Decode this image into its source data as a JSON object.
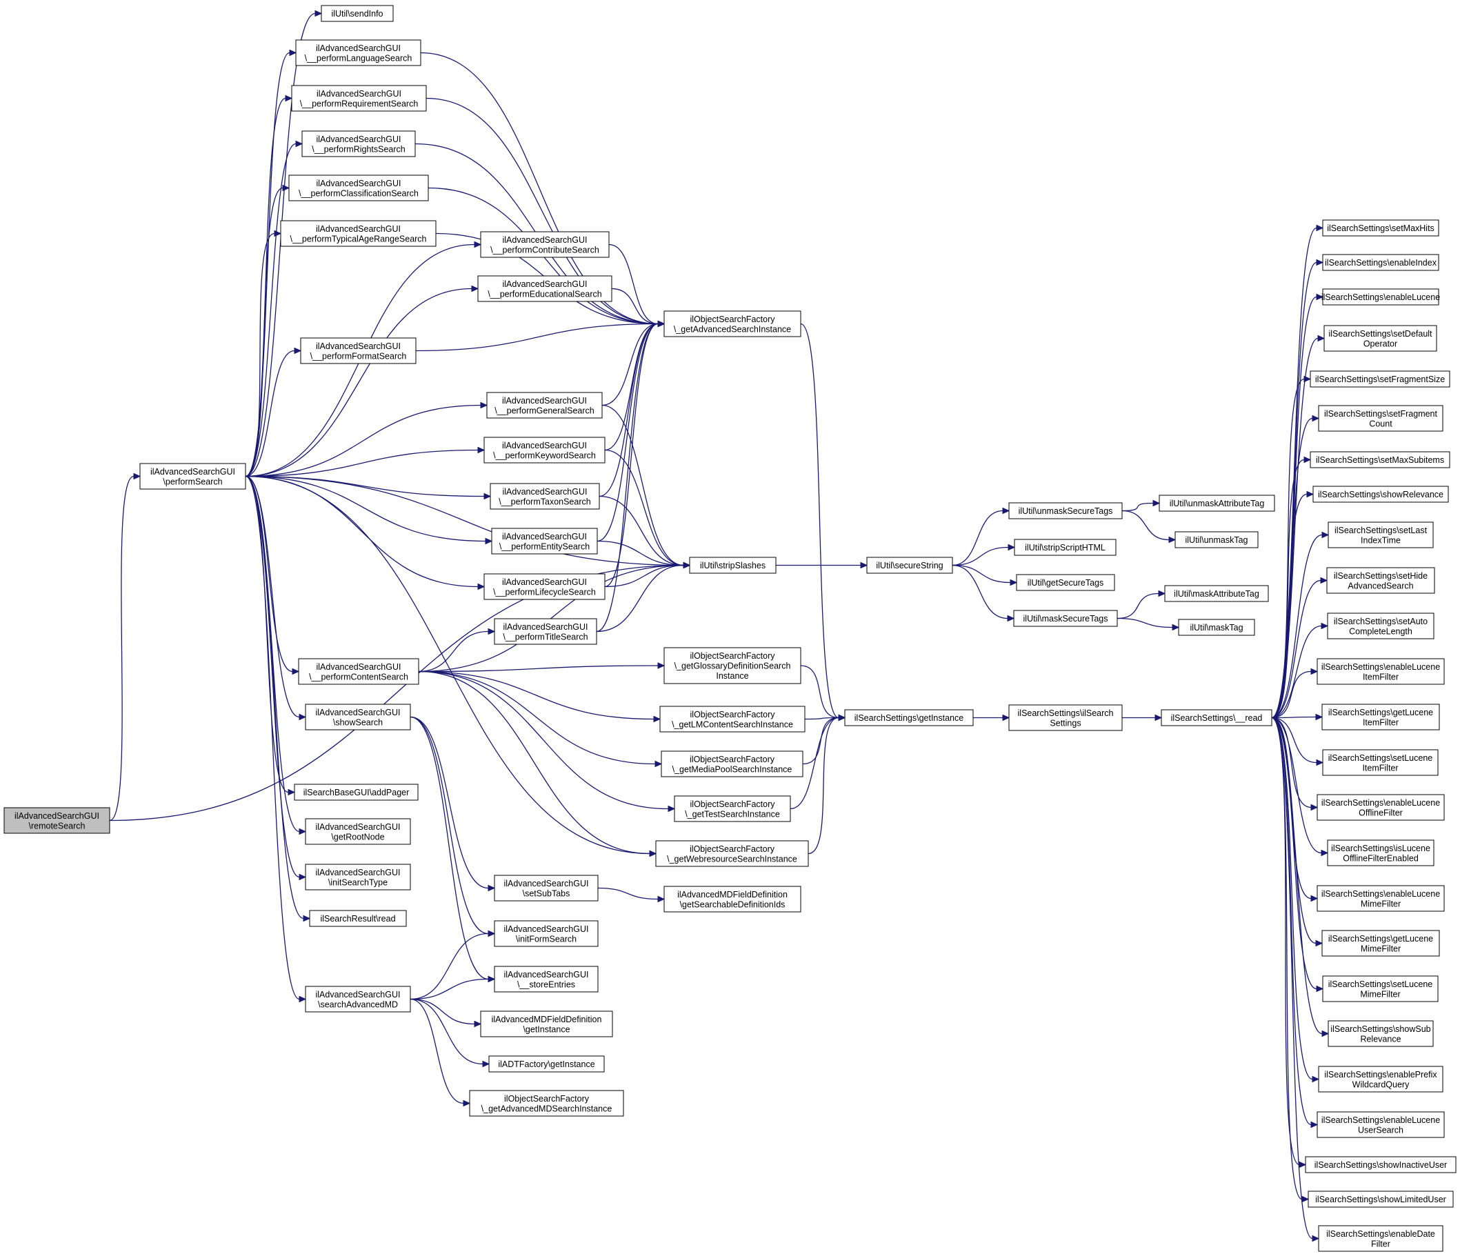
{
  "colors": {
    "edge": "#191970",
    "root_fill": "#bfbfbf",
    "node_fill": "#ffffff",
    "node_border": "#000000"
  },
  "nodes": [
    {
      "id": "remoteSearch",
      "root": true,
      "lines": [
        "ilAdvancedSearchGUI",
        "\\remoteSearch"
      ]
    },
    {
      "id": "performSearch",
      "lines": [
        "ilAdvancedSearchGUI",
        "\\performSearch"
      ]
    },
    {
      "id": "sendInfo",
      "lines": [
        "ilUtil\\sendInfo"
      ]
    },
    {
      "id": "pLanguage",
      "lines": [
        "ilAdvancedSearchGUI",
        "\\__performLanguageSearch"
      ]
    },
    {
      "id": "pRequirement",
      "lines": [
        "ilAdvancedSearchGUI",
        "\\__performRequirementSearch"
      ]
    },
    {
      "id": "pRights",
      "lines": [
        "ilAdvancedSearchGUI",
        "\\__performRightsSearch"
      ]
    },
    {
      "id": "pClassification",
      "lines": [
        "ilAdvancedSearchGUI",
        "\\__performClassificationSearch"
      ]
    },
    {
      "id": "pTypicalAge",
      "lines": [
        "ilAdvancedSearchGUI",
        "\\__performTypicalAgeRangeSearch"
      ]
    },
    {
      "id": "pFormat",
      "lines": [
        "ilAdvancedSearchGUI",
        "\\__performFormatSearch"
      ]
    },
    {
      "id": "pContent",
      "lines": [
        "ilAdvancedSearchGUI",
        "\\__performContentSearch"
      ]
    },
    {
      "id": "showSearch",
      "lines": [
        "ilAdvancedSearchGUI",
        "\\showSearch"
      ]
    },
    {
      "id": "addPager",
      "lines": [
        "ilSearchBaseGUI\\addPager"
      ]
    },
    {
      "id": "getRootNode",
      "lines": [
        "ilAdvancedSearchGUI",
        "\\getRootNode"
      ]
    },
    {
      "id": "initSearchType",
      "lines": [
        "ilAdvancedSearchGUI",
        "\\initSearchType"
      ]
    },
    {
      "id": "resultRead",
      "lines": [
        "ilSearchResult\\read"
      ]
    },
    {
      "id": "searchAdvancedMD",
      "lines": [
        "ilAdvancedSearchGUI",
        "\\searchAdvancedMD"
      ]
    },
    {
      "id": "pContribute",
      "lines": [
        "ilAdvancedSearchGUI",
        "\\__performContributeSearch"
      ]
    },
    {
      "id": "pEducational",
      "lines": [
        "ilAdvancedSearchGUI",
        "\\__performEducationalSearch"
      ]
    },
    {
      "id": "pGeneral",
      "lines": [
        "ilAdvancedSearchGUI",
        "\\__performGeneralSearch"
      ]
    },
    {
      "id": "pKeyword",
      "lines": [
        "ilAdvancedSearchGUI",
        "\\__performKeywordSearch"
      ]
    },
    {
      "id": "pTaxon",
      "lines": [
        "ilAdvancedSearchGUI",
        "\\__performTaxonSearch"
      ]
    },
    {
      "id": "pEntity",
      "lines": [
        "ilAdvancedSearchGUI",
        "\\__performEntitySearch"
      ]
    },
    {
      "id": "pLifecycle",
      "lines": [
        "ilAdvancedSearchGUI",
        "\\__performLifecycleSearch"
      ]
    },
    {
      "id": "pTitle",
      "lines": [
        "ilAdvancedSearchGUI",
        "\\__performTitleSearch"
      ]
    },
    {
      "id": "setSubTabs",
      "lines": [
        "ilAdvancedSearchGUI",
        "\\setSubTabs"
      ]
    },
    {
      "id": "initFormSearch",
      "lines": [
        "ilAdvancedSearchGUI",
        "\\initFormSearch"
      ]
    },
    {
      "id": "storeEntries",
      "lines": [
        "ilAdvancedSearchGUI",
        "\\__storeEntries"
      ]
    },
    {
      "id": "mdFieldGetInstance",
      "lines": [
        "ilAdvancedMDFieldDefinition",
        "\\getInstance"
      ]
    },
    {
      "id": "adtFactory",
      "lines": [
        "ilADTFactory\\getInstance"
      ]
    },
    {
      "id": "advMDSearchInst",
      "lines": [
        "ilObjectSearchFactory",
        "\\_getAdvancedMDSearchInstance"
      ]
    },
    {
      "id": "advSearchInst",
      "lines": [
        "ilObjectSearchFactory",
        "\\_getAdvancedSearchInstance"
      ]
    },
    {
      "id": "stripSlashes",
      "lines": [
        "ilUtil\\stripSlashes"
      ]
    },
    {
      "id": "glossaryInst",
      "lines": [
        "ilObjectSearchFactory",
        "\\_getGlossaryDefinitionSearch",
        "Instance"
      ]
    },
    {
      "id": "lmContentInst",
      "lines": [
        "ilObjectSearchFactory",
        "\\_getLMContentSearchInstance"
      ]
    },
    {
      "id": "mediaPoolInst",
      "lines": [
        "ilObjectSearchFactory",
        "\\_getMediaPoolSearchInstance"
      ]
    },
    {
      "id": "testInst",
      "lines": [
        "ilObjectSearchFactory",
        "\\_getTestSearchInstance"
      ]
    },
    {
      "id": "webresInst",
      "lines": [
        "ilObjectSearchFactory",
        "\\_getWebresourceSearchInstance"
      ]
    },
    {
      "id": "searchableIds",
      "lines": [
        "ilAdvancedMDFieldDefinition",
        "\\getSearchableDefinitionIds"
      ]
    },
    {
      "id": "secureString",
      "lines": [
        "ilUtil\\secureString"
      ]
    },
    {
      "id": "settingsGetInstance",
      "lines": [
        "ilSearchSettings\\getInstance"
      ]
    },
    {
      "id": "unmaskSecureTags",
      "lines": [
        "ilUtil\\unmaskSecureTags"
      ]
    },
    {
      "id": "stripScriptHTML",
      "lines": [
        "ilUtil\\stripScriptHTML"
      ]
    },
    {
      "id": "getSecureTags",
      "lines": [
        "ilUtil\\getSecureTags"
      ]
    },
    {
      "id": "maskSecureTags",
      "lines": [
        "ilUtil\\maskSecureTags"
      ]
    },
    {
      "id": "settingsCtor",
      "lines": [
        "ilSearchSettings\\ilSearch",
        "Settings"
      ]
    },
    {
      "id": "unmaskAttrTag",
      "lines": [
        "ilUtil\\unmaskAttributeTag"
      ]
    },
    {
      "id": "unmaskTag",
      "lines": [
        "ilUtil\\unmaskTag"
      ]
    },
    {
      "id": "maskAttrTag",
      "lines": [
        "ilUtil\\maskAttributeTag"
      ]
    },
    {
      "id": "maskTag",
      "lines": [
        "ilUtil\\maskTag"
      ]
    },
    {
      "id": "settingsRead",
      "lines": [
        "ilSearchSettings\\__read"
      ]
    },
    {
      "id": "setMaxHits",
      "lines": [
        "ilSearchSettings\\setMaxHits"
      ]
    },
    {
      "id": "enableIndex",
      "lines": [
        "ilSearchSettings\\enableIndex"
      ]
    },
    {
      "id": "enableLucene",
      "lines": [
        "ilSearchSettings\\enableLucene"
      ]
    },
    {
      "id": "setDefaultOperator",
      "lines": [
        "ilSearchSettings\\setDefault",
        "Operator"
      ]
    },
    {
      "id": "setFragmentSize",
      "lines": [
        "ilSearchSettings\\setFragmentSize"
      ]
    },
    {
      "id": "setFragmentCount",
      "lines": [
        "ilSearchSettings\\setFragment",
        "Count"
      ]
    },
    {
      "id": "setMaxSubitems",
      "lines": [
        "ilSearchSettings\\setMaxSubitems"
      ]
    },
    {
      "id": "showRelevance",
      "lines": [
        "ilSearchSettings\\showRelevance"
      ]
    },
    {
      "id": "setLastIndexTime",
      "lines": [
        "ilSearchSettings\\setLast",
        "IndexTime"
      ]
    },
    {
      "id": "setHideAdvancedSearch",
      "lines": [
        "ilSearchSettings\\setHide",
        "AdvancedSearch"
      ]
    },
    {
      "id": "setAutoCompleteLength",
      "lines": [
        "ilSearchSettings\\setAuto",
        "CompleteLength"
      ]
    },
    {
      "id": "enableLuceneItemFilter",
      "lines": [
        "ilSearchSettings\\enableLucene",
        "ItemFilter"
      ]
    },
    {
      "id": "getLuceneItemFilter",
      "lines": [
        "ilSearchSettings\\getLucene",
        "ItemFilter"
      ]
    },
    {
      "id": "setLuceneItemFilter",
      "lines": [
        "ilSearchSettings\\setLucene",
        "ItemFilter"
      ]
    },
    {
      "id": "enableLuceneOfflineFilter",
      "lines": [
        "ilSearchSettings\\enableLucene",
        "OfflineFilter"
      ]
    },
    {
      "id": "isLuceneOfflineFilterEnabled",
      "lines": [
        "ilSearchSettings\\isLucene",
        "OfflineFilterEnabled"
      ]
    },
    {
      "id": "enableLuceneMimeFilter",
      "lines": [
        "ilSearchSettings\\enableLucene",
        "MimeFilter"
      ]
    },
    {
      "id": "getLuceneMimeFilter",
      "lines": [
        "ilSearchSettings\\getLucene",
        "MimeFilter"
      ]
    },
    {
      "id": "setLuceneMimeFilter",
      "lines": [
        "ilSearchSettings\\setLucene",
        "MimeFilter"
      ]
    },
    {
      "id": "showSubRelevance",
      "lines": [
        "ilSearchSettings\\showSub",
        "Relevance"
      ]
    },
    {
      "id": "enablePrefixWildcardQuery",
      "lines": [
        "ilSearchSettings\\enablePrefix",
        "WildcardQuery"
      ]
    },
    {
      "id": "enableLuceneUserSearch",
      "lines": [
        "ilSearchSettings\\enableLucene",
        "UserSearch"
      ]
    },
    {
      "id": "showInactiveUser",
      "lines": [
        "ilSearchSettings\\showInactiveUser"
      ]
    },
    {
      "id": "showLimitedUser",
      "lines": [
        "ilSearchSettings\\showLimitedUser"
      ]
    },
    {
      "id": "enableDateFilter",
      "lines": [
        "ilSearchSettings\\enableDate",
        "Filter"
      ]
    }
  ],
  "edges": [
    [
      "remoteSearch",
      "performSearch"
    ],
    [
      "remoteSearch",
      "stripSlashes"
    ],
    [
      "performSearch",
      "sendInfo"
    ],
    [
      "performSearch",
      "pLanguage"
    ],
    [
      "performSearch",
      "pRequirement"
    ],
    [
      "performSearch",
      "pRights"
    ],
    [
      "performSearch",
      "pClassification"
    ],
    [
      "performSearch",
      "pTypicalAge"
    ],
    [
      "performSearch",
      "pContribute"
    ],
    [
      "performSearch",
      "pEducational"
    ],
    [
      "performSearch",
      "pFormat"
    ],
    [
      "performSearch",
      "pGeneral"
    ],
    [
      "performSearch",
      "pKeyword"
    ],
    [
      "performSearch",
      "pTaxon"
    ],
    [
      "performSearch",
      "pEntity"
    ],
    [
      "performSearch",
      "pLifecycle"
    ],
    [
      "performSearch",
      "pContent"
    ],
    [
      "performSearch",
      "showSearch"
    ],
    [
      "performSearch",
      "addPager"
    ],
    [
      "performSearch",
      "getRootNode"
    ],
    [
      "performSearch",
      "initSearchType"
    ],
    [
      "performSearch",
      "resultRead"
    ],
    [
      "performSearch",
      "searchAdvancedMD"
    ],
    [
      "performSearch",
      "stripSlashes"
    ],
    [
      "performSearch",
      "webresInst"
    ],
    [
      "pLanguage",
      "advSearchInst"
    ],
    [
      "pRequirement",
      "advSearchInst"
    ],
    [
      "pRights",
      "advSearchInst"
    ],
    [
      "pClassification",
      "advSearchInst"
    ],
    [
      "pTypicalAge",
      "advSearchInst"
    ],
    [
      "pContribute",
      "advSearchInst"
    ],
    [
      "pEducational",
      "advSearchInst"
    ],
    [
      "pFormat",
      "advSearchInst"
    ],
    [
      "pGeneral",
      "advSearchInst"
    ],
    [
      "pGeneral",
      "stripSlashes"
    ],
    [
      "pKeyword",
      "advSearchInst"
    ],
    [
      "pKeyword",
      "stripSlashes"
    ],
    [
      "pTaxon",
      "advSearchInst"
    ],
    [
      "pTaxon",
      "stripSlashes"
    ],
    [
      "pEntity",
      "advSearchInst"
    ],
    [
      "pEntity",
      "stripSlashes"
    ],
    [
      "pLifecycle",
      "advSearchInst"
    ],
    [
      "pLifecycle",
      "stripSlashes"
    ],
    [
      "pTitle",
      "advSearchInst"
    ],
    [
      "pTitle",
      "stripSlashes"
    ],
    [
      "pContent",
      "pTitle"
    ],
    [
      "pContent",
      "stripSlashes"
    ],
    [
      "pContent",
      "glossaryInst"
    ],
    [
      "pContent",
      "lmContentInst"
    ],
    [
      "pContent",
      "mediaPoolInst"
    ],
    [
      "pContent",
      "testInst"
    ],
    [
      "pContent",
      "webresInst"
    ],
    [
      "showSearch",
      "setSubTabs"
    ],
    [
      "showSearch",
      "initFormSearch"
    ],
    [
      "showSearch",
      "storeEntries"
    ],
    [
      "searchAdvancedMD",
      "initFormSearch"
    ],
    [
      "searchAdvancedMD",
      "storeEntries"
    ],
    [
      "searchAdvancedMD",
      "mdFieldGetInstance"
    ],
    [
      "searchAdvancedMD",
      "adtFactory"
    ],
    [
      "searchAdvancedMD",
      "advMDSearchInst"
    ],
    [
      "setSubTabs",
      "searchableIds"
    ],
    [
      "advSearchInst",
      "settingsGetInstance"
    ],
    [
      "glossaryInst",
      "settingsGetInstance"
    ],
    [
      "lmContentInst",
      "settingsGetInstance"
    ],
    [
      "mediaPoolInst",
      "settingsGetInstance"
    ],
    [
      "testInst",
      "settingsGetInstance"
    ],
    [
      "webresInst",
      "settingsGetInstance"
    ],
    [
      "stripSlashes",
      "secureString"
    ],
    [
      "secureString",
      "unmaskSecureTags"
    ],
    [
      "secureString",
      "stripScriptHTML"
    ],
    [
      "secureString",
      "getSecureTags"
    ],
    [
      "secureString",
      "maskSecureTags"
    ],
    [
      "unmaskSecureTags",
      "unmaskAttrTag"
    ],
    [
      "unmaskSecureTags",
      "unmaskTag"
    ],
    [
      "maskSecureTags",
      "maskAttrTag"
    ],
    [
      "maskSecureTags",
      "maskTag"
    ],
    [
      "settingsGetInstance",
      "settingsCtor"
    ],
    [
      "settingsCtor",
      "settingsRead"
    ],
    [
      "settingsRead",
      "setMaxHits"
    ],
    [
      "settingsRead",
      "enableIndex"
    ],
    [
      "settingsRead",
      "enableLucene"
    ],
    [
      "settingsRead",
      "setDefaultOperator"
    ],
    [
      "settingsRead",
      "setFragmentSize"
    ],
    [
      "settingsRead",
      "setFragmentCount"
    ],
    [
      "settingsRead",
      "setMaxSubitems"
    ],
    [
      "settingsRead",
      "showRelevance"
    ],
    [
      "settingsRead",
      "setLastIndexTime"
    ],
    [
      "settingsRead",
      "setHideAdvancedSearch"
    ],
    [
      "settingsRead",
      "setAutoCompleteLength"
    ],
    [
      "settingsRead",
      "enableLuceneItemFilter"
    ],
    [
      "settingsRead",
      "getLuceneItemFilter"
    ],
    [
      "settingsRead",
      "setLuceneItemFilter"
    ],
    [
      "settingsRead",
      "enableLuceneOfflineFilter"
    ],
    [
      "settingsRead",
      "isLuceneOfflineFilterEnabled"
    ],
    [
      "settingsRead",
      "enableLuceneMimeFilter"
    ],
    [
      "settingsRead",
      "getLuceneMimeFilter"
    ],
    [
      "settingsRead",
      "setLuceneMimeFilter"
    ],
    [
      "settingsRead",
      "showSubRelevance"
    ],
    [
      "settingsRead",
      "enablePrefixWildcardQuery"
    ],
    [
      "settingsRead",
      "enableLuceneUserSearch"
    ],
    [
      "settingsRead",
      "showInactiveUser"
    ],
    [
      "settingsRead",
      "showLimitedUser"
    ],
    [
      "settingsRead",
      "enableDateFilter"
    ]
  ]
}
